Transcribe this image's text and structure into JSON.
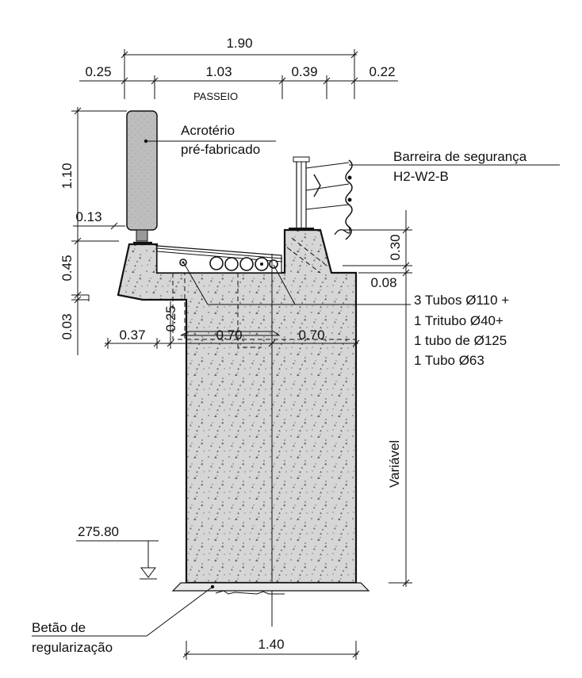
{
  "dimensions": {
    "total_width": "1.90",
    "left_offset": "0.25",
    "walkway_width": "1.03",
    "mid_width": "0.39",
    "right_offset": "0.22",
    "parapet_height": "1.10",
    "parapet_thickness": "0.13",
    "slab_height": "0.45",
    "lip": "0.03",
    "inner_depth": "0.25",
    "cantilever": "0.37",
    "left_half": "0.70",
    "right_half": "0.70",
    "curb_height": "0.30",
    "step": "0.08",
    "foundation_width": "1.40",
    "variable_height": "Variável"
  },
  "labels": {
    "walkway": "PASSEIO",
    "parapet_line1": "Acrotério",
    "parapet_line2": "pré-fabricado",
    "barrier_line1": "Barreira de segurança",
    "barrier_line2": "H2-W2-B",
    "ducts_line1": "3 Tubos Ø110 +",
    "ducts_line2": "1 Tritubo Ø40+",
    "ducts_line3": "1 tubo de Ø125",
    "ducts_line4": "1 Tubo Ø63",
    "elevation": "275.80",
    "lean_concrete_line1": "Betão de",
    "lean_concrete_line2": "regularização"
  },
  "colors": {
    "concrete": "#d6d6d6",
    "parapet": "#bdbdbd",
    "line": "#111111"
  }
}
